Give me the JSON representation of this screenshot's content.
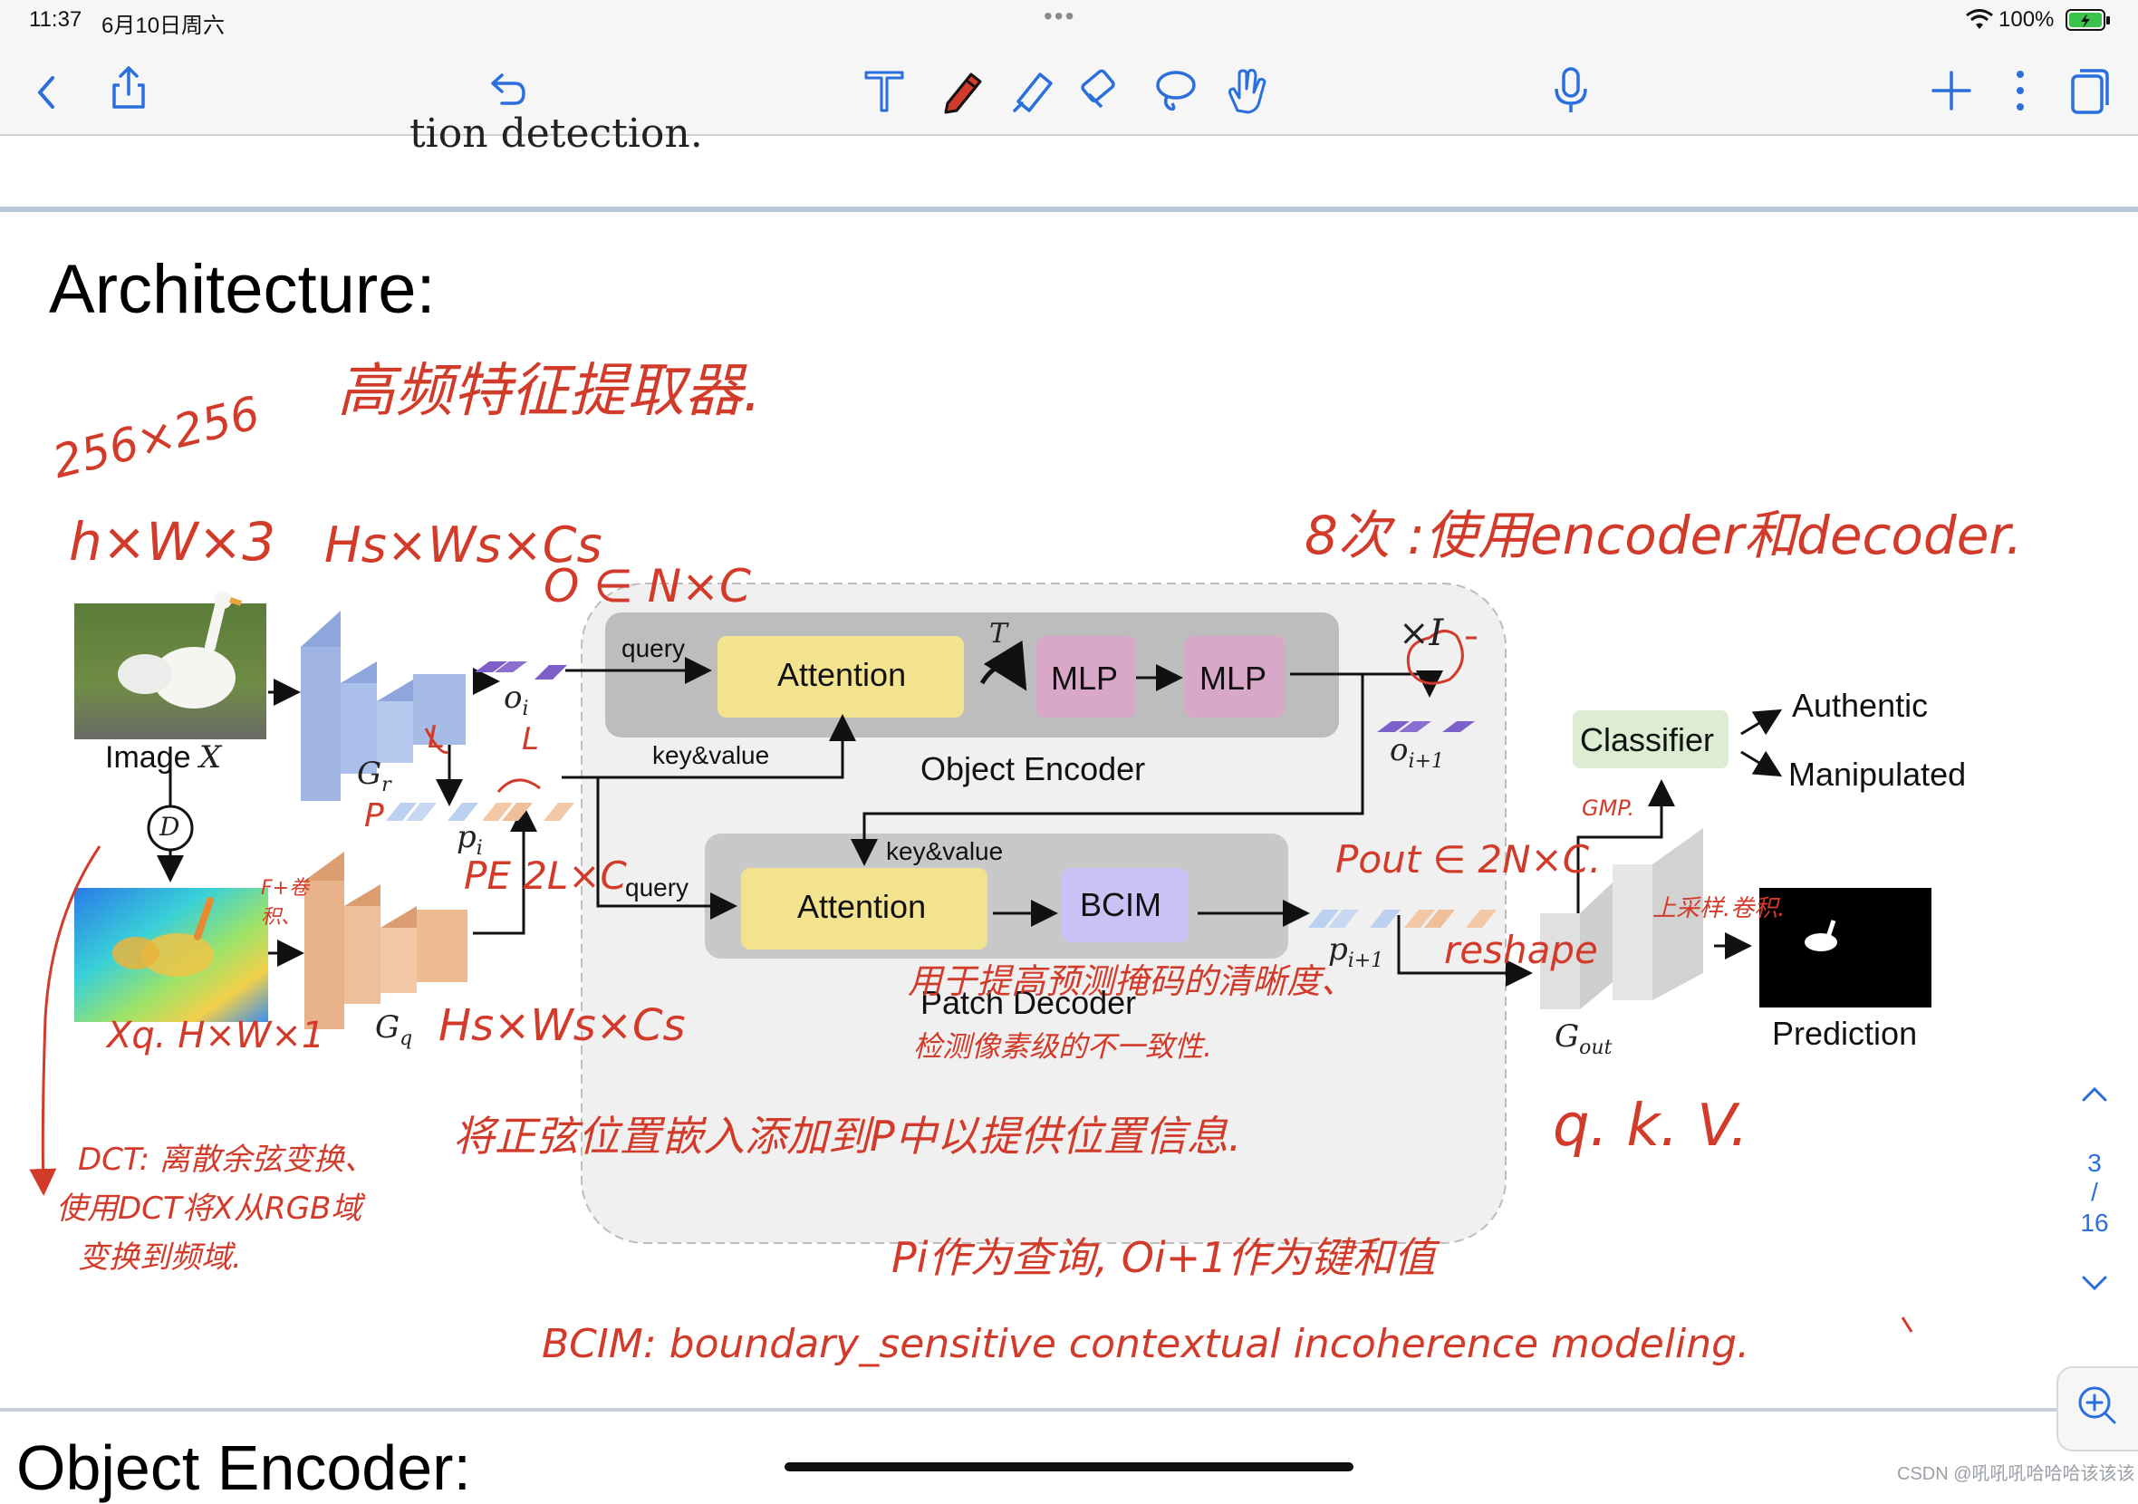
{
  "status_bar": {
    "time": "11:37",
    "date": "6月10日周六",
    "battery": "100%",
    "dots": "•••"
  },
  "toolbar": {
    "icons": [
      "back-icon",
      "share-icon",
      "undo-icon",
      "text-tool-icon",
      "pen-tool-icon",
      "highlighter-icon",
      "eraser-icon",
      "lasso-icon",
      "hand-tool-icon",
      "microphone-icon",
      "add-icon",
      "more-icon",
      "pages-icon"
    ]
  },
  "previous_page": {
    "fragment": "tion detection."
  },
  "slide": {
    "title": "Architecture:",
    "diagram": {
      "image_label_prefix": "Image ",
      "image_label_var": "X",
      "dct_symbol": "D",
      "gr_label": "G",
      "gr_sub": "r",
      "gq_label": "G",
      "gq_sub": "q",
      "oi_label": "o",
      "oi_sub": "i",
      "oi1_label": "o",
      "oi1_sub": "i+1",
      "pi_label": "p",
      "pi_sub": "i",
      "pi1_label": "p",
      "pi1_sub": "i+1",
      "gout_label": "G",
      "gout_sub": "out",
      "query_top": "query",
      "attention_top": "Attention",
      "t_label": "T",
      "mlp1": "MLP",
      "mlp2": "MLP",
      "times_i": "×I",
      "key_value_top": "key&value",
      "object_encoder": "Object Encoder",
      "key_value_bottom": "key&value",
      "query_bottom": "query",
      "attention_bottom": "Attention",
      "bcim": "BCIM",
      "patch_decoder": "Patch Decoder",
      "classifier": "Classifier",
      "authentic": "Authentic",
      "manipulated": "Manipulated",
      "prediction": "Prediction"
    },
    "handwritten": {
      "size": "256×256",
      "hw3": "h×W×3",
      "hs_ws_cs_top": "Hs×Ws×Cs",
      "o_in_nc": "O ∈ N×C",
      "hf_title": "高频特征提取器.",
      "eight_times": "8次 :使用encoder和decoder.",
      "l_left": "L",
      "l_right": "L",
      "p_label": "P",
      "pe_label": "PE 2L×C",
      "f_conv": "F+卷积、",
      "xq_label": "Xq. H×W×1",
      "hs_ws_cs_bottom": "Hs×Ws×Cs",
      "pout_label": "Pout ∈ 2N×C.",
      "gmp": "GMP.",
      "upsample": "上采样.卷积.",
      "reshape": "reshape",
      "bcim_note1": "用于提高预测掩码的清晰度、",
      "bcim_note2": "检测像素级的不一致性.",
      "dct_note1": "DCT: 离散余弦变换、",
      "dct_note2": "使用DCT将X从RGB域",
      "dct_note3": "变换到频域.",
      "pos_embed": "将正弦位置嵌入添加到P中以提供位置信息.",
      "qkv": "q. k. V.",
      "pi_query": "Pi作为查询, Oi+1作为键和值",
      "bcim_full": "BCIM: boundary_sensitive contextual incoherence modeling."
    }
  },
  "next_page": {
    "fragment": "Object Encoder:"
  },
  "side_nav": {
    "current": "3",
    "slash": "/",
    "total": "16"
  },
  "watermark": "CSDN @吼吼吼哈哈哈该该该",
  "colors": {
    "handwriting": "#d23a2a",
    "accent": "#2a6fdb",
    "attention_fill": "#f4e38e",
    "mlp_fill": "#d9a7c7",
    "bcim_fill": "#c9c3f5",
    "classifier_fill": "#dcedd3",
    "encoder_box": "#bdbdbd",
    "gr_blue": "#9fb4e2",
    "gq_orange": "#e8b38a"
  }
}
